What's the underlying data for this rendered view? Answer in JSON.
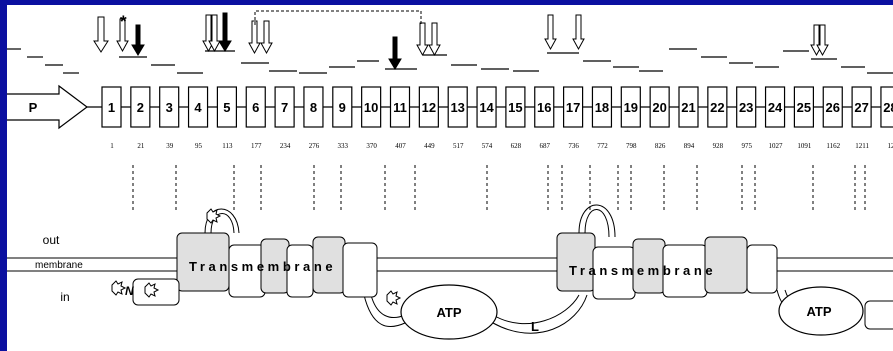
{
  "promoter_label": "P",
  "exons": [
    "1",
    "2",
    "3",
    "4",
    "5",
    "6",
    "7",
    "8",
    "9",
    "10",
    "11",
    "12",
    "13",
    "14",
    "15",
    "16",
    "17",
    "18",
    "19",
    "20",
    "21",
    "22",
    "23",
    "24",
    "25",
    "26",
    "27",
    "28"
  ],
  "positions": [
    "1",
    "21",
    "39",
    "95",
    "113",
    "177",
    "234",
    "276",
    "333",
    "370",
    "407",
    "449",
    "517",
    "574",
    "628",
    "687",
    "736",
    "772",
    "798",
    "826",
    "894",
    "928",
    "975",
    "1027",
    "1091",
    "1162",
    "1211",
    "12"
  ],
  "star_marker": "*",
  "side_labels": {
    "out": "out",
    "membrane": "membrane",
    "in": "in"
  },
  "n_terminus": "N",
  "domains": {
    "transmembrane": "Transmembrane",
    "atp": "ATP",
    "linker": "L"
  },
  "colors": {
    "background": "#0b10a0",
    "panel": "#ffffff",
    "domain_fill": "#e0e0e0",
    "box_fill": "#ffffff",
    "stroke": "#000000"
  }
}
